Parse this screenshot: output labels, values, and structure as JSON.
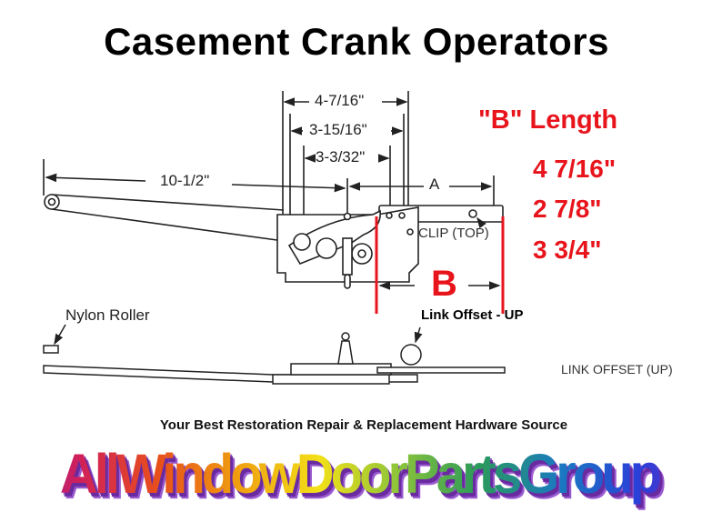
{
  "title": "Casement Crank Operators",
  "b_length": {
    "heading": "\"B\" Length",
    "values": [
      "4 7/16\"",
      "2 7/8\"",
      "3 3/4\""
    ]
  },
  "diagram": {
    "dimensions": [
      "4-7/16\"",
      "3-15/16\"",
      "3-3/32\"",
      "10-1/2\"",
      "A"
    ],
    "b_label": "B",
    "clip_label": "CLIP (TOP)",
    "link_offset_callout": "Link Offset - UP",
    "nylon_roller_label": "Nylon Roller",
    "link_offset_caption": "LINK OFFSET (UP)"
  },
  "tagline": "Your Best Restoration Repair & Replacement Hardware Source",
  "logo_text": "AllWindowDoorPartsGroup",
  "colors": {
    "accent_red": "#e8141c"
  }
}
